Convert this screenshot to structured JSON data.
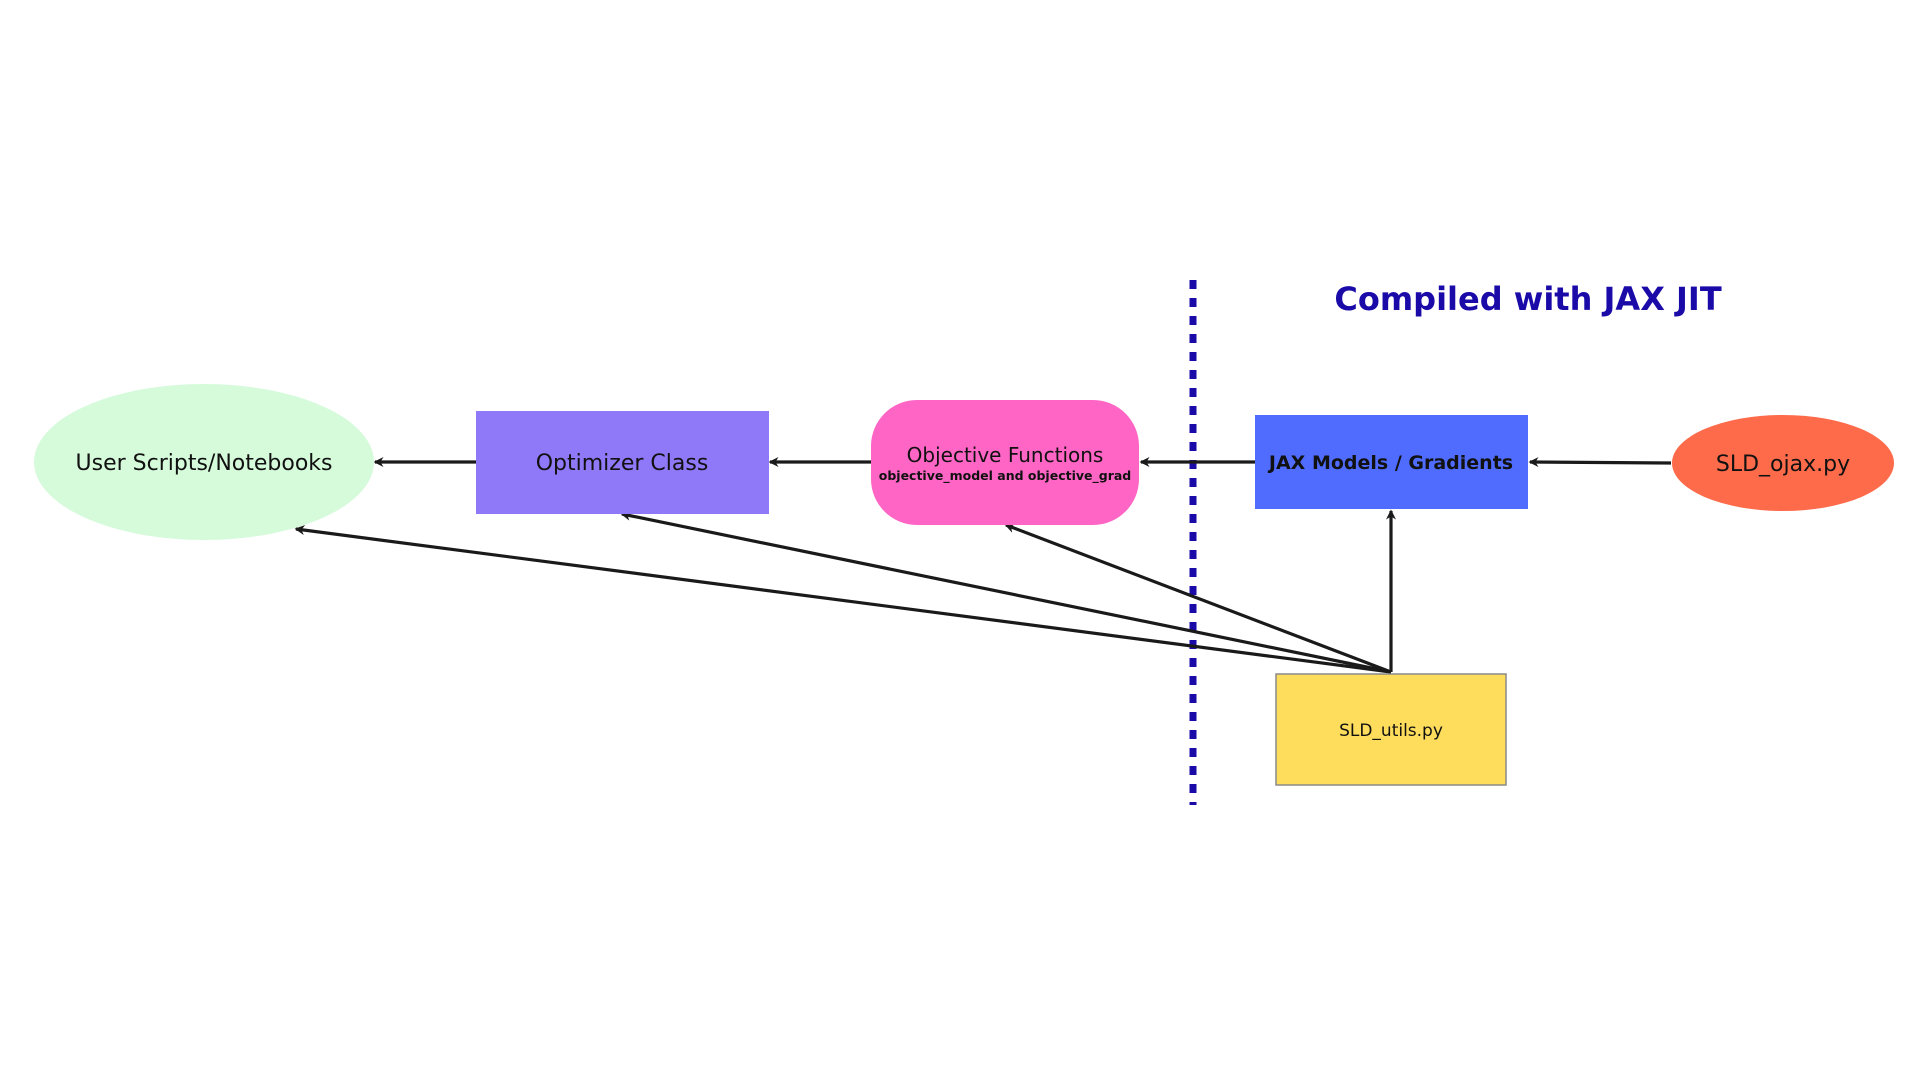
{
  "colors": {
    "user_scripts": "#d5fbdb",
    "optimizer": "#8f79f8",
    "objective": "#fe65c5",
    "jax_models": "#4f6cff",
    "sld_ojax": "#fe6b4b",
    "sld_utils": "#fedd5c",
    "sld_utils_border": "#8a8a8a",
    "divider": "#1a0aa8",
    "region_label": "#1a0aa8",
    "edge": "#1a1a1a"
  },
  "region": {
    "label": "Compiled with JAX JIT"
  },
  "nodes": {
    "user_scripts": {
      "label": "User Scripts/Notebooks"
    },
    "optimizer": {
      "label": "Optimizer Class"
    },
    "objective": {
      "label": "Objective Functions",
      "sublabel": "objective_model and objective_grad"
    },
    "jax_models": {
      "label": "JAX Models / Gradients"
    },
    "sld_ojax": {
      "label": "SLD_ojax.py"
    },
    "sld_utils": {
      "label": "SLD_utils.py"
    }
  },
  "edges": [
    {
      "from": "sld_ojax",
      "to": "jax_models"
    },
    {
      "from": "jax_models",
      "to": "objective"
    },
    {
      "from": "objective",
      "to": "optimizer"
    },
    {
      "from": "optimizer",
      "to": "user_scripts"
    },
    {
      "from": "sld_utils",
      "to": "jax_models"
    },
    {
      "from": "sld_utils",
      "to": "objective"
    },
    {
      "from": "sld_utils",
      "to": "optimizer"
    },
    {
      "from": "sld_utils",
      "to": "user_scripts"
    }
  ]
}
